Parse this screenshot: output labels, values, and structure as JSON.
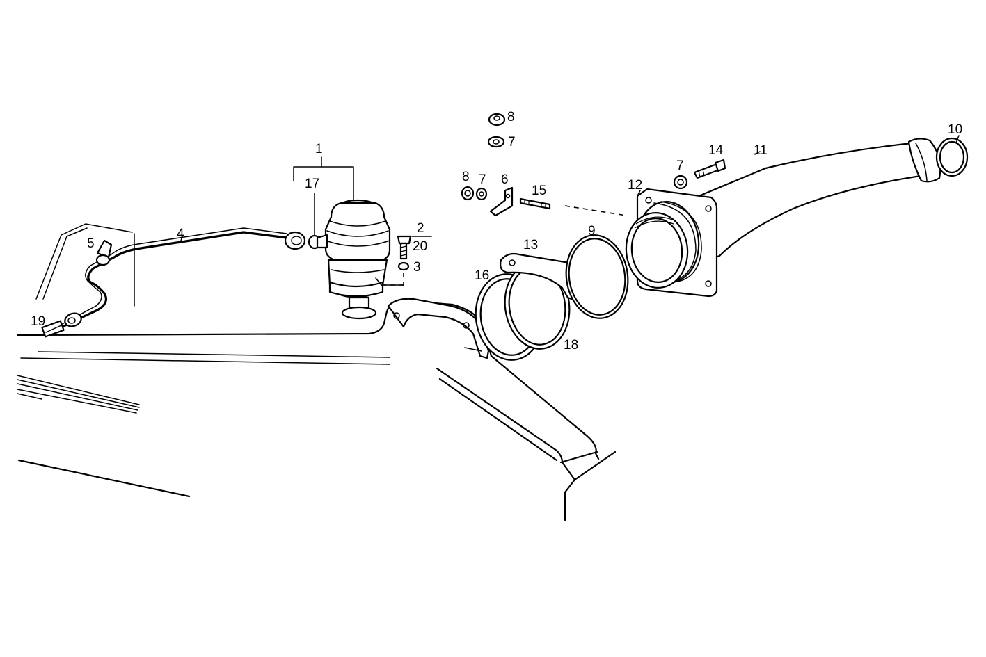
{
  "diagram": {
    "labels": {
      "p1": "1",
      "p2": "2",
      "p20": "20",
      "p3": "3",
      "p4": "4",
      "p5": "5",
      "p6": "6",
      "p7a": "7",
      "p7b": "7",
      "p7c": "7",
      "p8a": "8",
      "p8b": "8",
      "p9": "9",
      "p10": "10",
      "p11": "11",
      "p12": "12",
      "p13": "13",
      "p14": "14",
      "p15": "15",
      "p16": "16",
      "p17": "17",
      "p18": "18",
      "p19": "19"
    }
  }
}
